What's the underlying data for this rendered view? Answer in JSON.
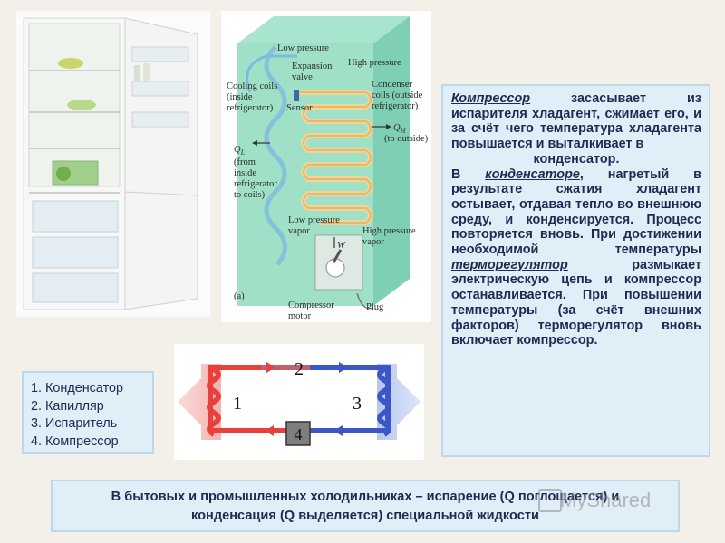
{
  "schematic": {
    "low_pressure": "Low pressure",
    "expansion_valve_1": "Expansion",
    "expansion_valve_2": "valve",
    "high_pressure": "High pressure",
    "cooling_coils_1": "Cooling coils",
    "cooling_coils_2": "(inside",
    "cooling_coils_3": "refrigerator)",
    "sensor": "Sensor",
    "condenser_1": "Condenser",
    "condenser_2": "coils (outside",
    "condenser_3": "refrigerator)",
    "qh": "Q",
    "qh_sub": "H",
    "qh_note": "(to outside)",
    "ql": "Q",
    "ql_sub": "L",
    "ql_1": "(from",
    "ql_2": "inside",
    "ql_3": "refrigerator",
    "ql_4": "to coils)",
    "low_vapor_1": "Low pressure",
    "low_vapor_2": "vapor",
    "high_vapor_1": "High pressure",
    "high_vapor_2": "vapor",
    "w": "W",
    "fig": "(a)",
    "compressor_1": "Compressor",
    "compressor_2": "motor",
    "plug": "Plug"
  },
  "cycle": {
    "n1": "1",
    "n2": "2",
    "n3": "3",
    "n4": "4",
    "hot_color": "#e8403c",
    "cold_color": "#3c56c8"
  },
  "description": {
    "p1_term": "Компрессор",
    "p1_text": " засасывает из испарителя хладагент, сжимает его, и за счёт чего температура хладагента повышается и выталкивает в",
    "p1_end": "конденсатор.",
    "p2_pre": "В ",
    "p2_term": "конденсаторе",
    "p2_text": ", нагретый в результате сжатия хладагент остывает, отдавая тепло во внешнюю среду, и конденсируется. Процесс повторяется вновь. При достижении необходимой температуры ",
    "p2_term2": "терморегулятор",
    "p2_text2": " размыкает электрическую цепь и компрессор останавливается. При повышении температуры (за счёт внешних факторов) терморегулятор вновь включает компрессор."
  },
  "legend": {
    "items": [
      "1. Конденсатор",
      "2. Капилляр",
      "3. Испаритель",
      "4. Компрессор"
    ]
  },
  "bottom": {
    "line1": "В бытовых и промышленных холодильниках – испарение (Q поглощается) и",
    "line2": "конденсация (Q выделяется) специальной жидкости"
  },
  "watermark": "MyShared"
}
